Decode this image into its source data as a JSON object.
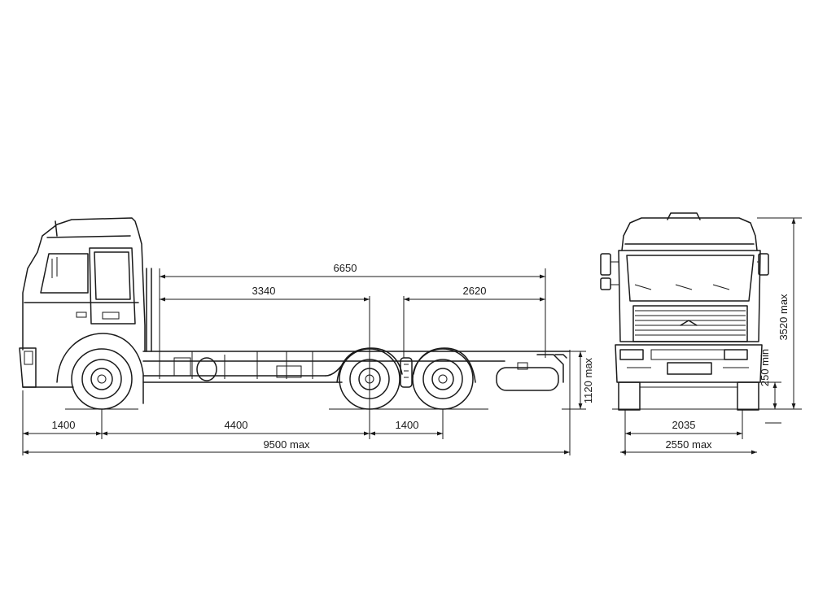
{
  "dimensions": {
    "frame_length": "6650",
    "front_to_mid_axle": "3340",
    "rear_overhang": "2620",
    "front_overhang": "1400",
    "wheelbase": "4400",
    "bogie_spacing": "1400",
    "overall_length": "9500 max",
    "frame_height": "1120 max",
    "overall_height": "3520 max",
    "ground_clearance": "250 min",
    "track_width": "2035",
    "overall_width": "2550 max"
  },
  "colors": {
    "line": "#1a1a1a",
    "background": "#ffffff"
  }
}
